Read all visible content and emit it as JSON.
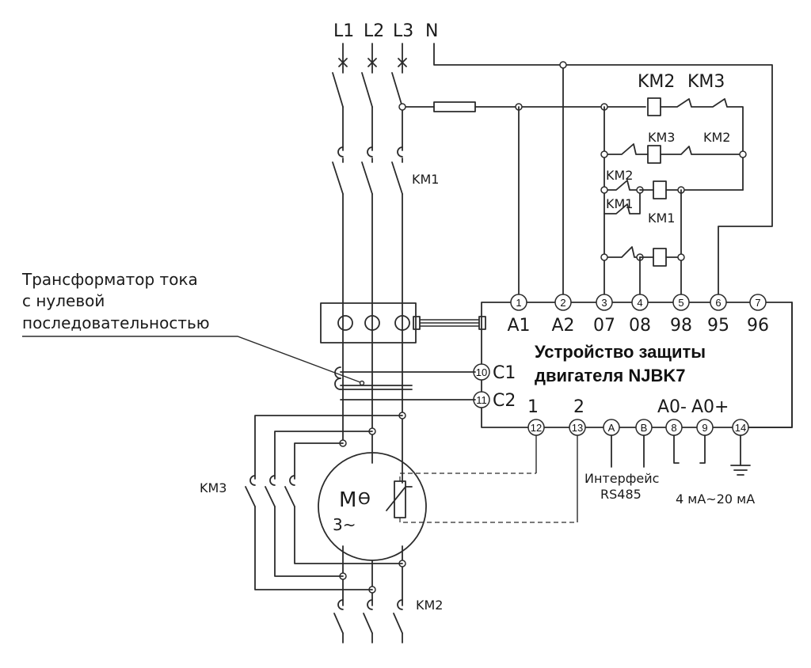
{
  "phases": [
    "L1",
    "L2",
    "L3",
    "N"
  ],
  "contactors": {
    "km1": "KM1",
    "km2_top": "KM2",
    "km3_top": "KM3",
    "km3_coil": "KM3",
    "km2_side": "KM2",
    "km2_aux": "KM2",
    "km1_aux": "KM1",
    "km1_coil": "KM1",
    "km3_bottom": "KM3",
    "km2_bottom": "KM2"
  },
  "ct_label": [
    "Трансформатор тока",
    "с нулевой",
    "последовательностью"
  ],
  "device": {
    "title_line1": "Устройство защиты",
    "title_line2": "двигателя NJBK7",
    "top_terminals": [
      {
        "num": "1",
        "label": "A1"
      },
      {
        "num": "2",
        "label": "A2"
      },
      {
        "num": "3",
        "label": "07"
      },
      {
        "num": "4",
        "label": "08"
      },
      {
        "num": "5",
        "label": "98"
      },
      {
        "num": "6",
        "label": "95"
      },
      {
        "num": "7",
        "label": "96"
      }
    ],
    "c_terminals": [
      {
        "num": "10",
        "label": "C1"
      },
      {
        "num": "11",
        "label": "C2"
      }
    ],
    "bottom_terminals": [
      {
        "num": "12",
        "label": "1"
      },
      {
        "num": "13",
        "label": "2"
      },
      {
        "num": "A",
        "label": ""
      },
      {
        "num": "B",
        "label": ""
      },
      {
        "num": "8",
        "label": "A0-"
      },
      {
        "num": "9",
        "label": "A0+"
      },
      {
        "num": "14",
        "label": ""
      }
    ]
  },
  "interface": [
    "Интерфейс",
    "RS485"
  ],
  "analog": "4 мА~20 мА",
  "motor": {
    "letter": "M",
    "phase": "3~",
    "sensor": "Ѳ"
  }
}
